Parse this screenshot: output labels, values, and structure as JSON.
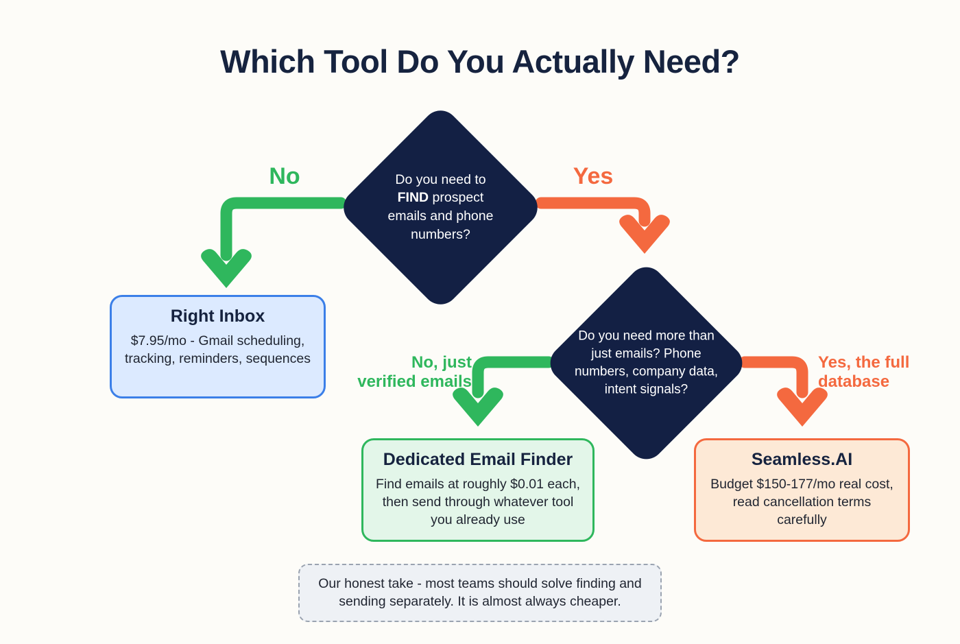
{
  "page": {
    "title": "Which Tool Do You Actually Need?",
    "background_color": "#fdfcf8"
  },
  "colors": {
    "navy": "#132044",
    "green": "#2fb75d",
    "orange": "#f4693f",
    "blue": "#3b7fe8",
    "title_navy": "#16233f"
  },
  "nodes": {
    "decision_find": {
      "line1": "Do you need to",
      "bold_word": "FIND",
      "line2_rest": " prospect",
      "line3": "emails and phone",
      "line4": "numbers?"
    },
    "decision_more": {
      "text": "Do you need more than just emails? Phone numbers, company data, intent signals?"
    },
    "right_inbox": {
      "title": "Right Inbox",
      "body": "$7.95/mo - Gmail scheduling, tracking, reminders, sequences"
    },
    "email_finder": {
      "title": "Dedicated Email Finder",
      "body": "Find emails at roughly $0.01 each, then send through whatever tool you already use"
    },
    "seamless": {
      "title": "Seamless.AI",
      "body": "Budget $150-177/mo real cost, read cancellation terms carefully"
    }
  },
  "edges": {
    "no": "No",
    "yes": "Yes",
    "no_just_verified_line1": "No, just",
    "no_just_verified_line2": "verified emails",
    "yes_full_line1": "Yes, the full",
    "yes_full_line2": "database"
  },
  "footer": {
    "note": "Our honest take - most teams should solve finding and sending separately. It is almost always cheaper."
  }
}
